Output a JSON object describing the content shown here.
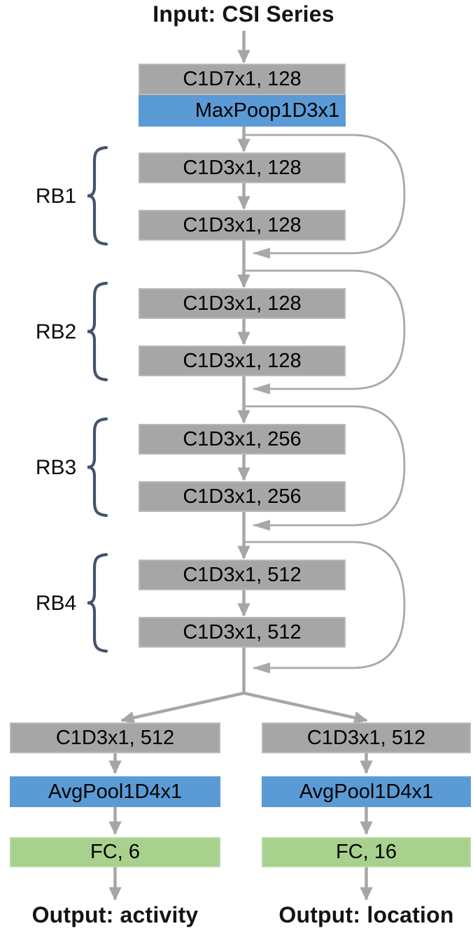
{
  "input_label": "Input: CSI Series",
  "stem": {
    "conv": "C1D7x1, 128",
    "pool": "MaxPoop1D3x1"
  },
  "residual_blocks": [
    {
      "label": "RB1",
      "conv1": "C1D3x1, 128",
      "conv2": "C1D3x1, 128"
    },
    {
      "label": "RB2",
      "conv1": "C1D3x1, 128",
      "conv2": "C1D3x1, 128"
    },
    {
      "label": "RB3",
      "conv1": "C1D3x1, 256",
      "conv2": "C1D3x1, 256"
    },
    {
      "label": "RB4",
      "conv1": "C1D3x1, 512",
      "conv2": "C1D3x1, 512"
    }
  ],
  "branches": [
    {
      "conv": "C1D3x1, 512",
      "pool": "AvgPool1D4x1",
      "fc": "FC, 6",
      "output": "Output: activity"
    },
    {
      "conv": "C1D3x1, 512",
      "pool": "AvgPool1D4x1",
      "fc": "FC, 16",
      "output": "Output: location"
    }
  ],
  "colors": {
    "conv_box": "#a6a6a6",
    "pool_box": "#5b9bd5",
    "fc_box": "#a9d18e",
    "arrow": "#a6a6a6",
    "skip_line": "#a9a9a9",
    "brace": "#44546a"
  }
}
